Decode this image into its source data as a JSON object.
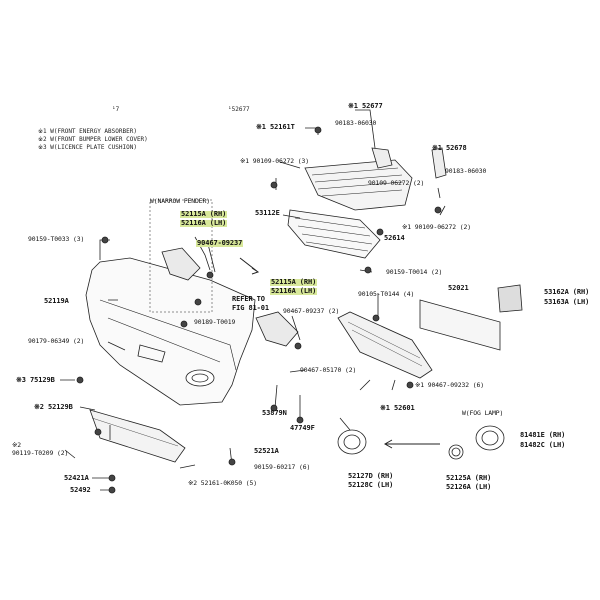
{
  "notes": {
    "header_ref": "¹52677",
    "header_left": "¹7",
    "n1": "※1 W(FRONT ENERGY ABSORBER)",
    "n2": "※2 W(FRONT BUMPER LOWER COVER)",
    "n3": "※3 W(LICENCE PLATE CUSHION)"
  },
  "group_labels": {
    "narrow_fender": "W(NARROW FENDER)",
    "fog_lamp": "W(FOG LAMP)",
    "refer_to": "REFER TO",
    "fig": "FIG 81-01"
  },
  "parts": {
    "p52677a": "※1 52677",
    "p52161t": "※1 52161T",
    "p90183a": "90183-06030",
    "p90109a": "※1 90109-06272 (3)",
    "p52678": "※1 52678",
    "p90183b": "90183-06030",
    "p90109b": "90109-06272 (2)",
    "p53112e": "53112E",
    "p90109c": "※1 90109-06272 (2)",
    "p52614": "52614",
    "p52115a_rh": "52115A (RH)",
    "p52116a_lh": "52116A (LH)",
    "p90467a": "90467-09237",
    "p90159a": "90159-T0033 (3)",
    "p90159b": "90159-T0014 (2)",
    "p52119a": "52119A",
    "p52115a_rh2": "52115A (RH)",
    "p52116a_lh2": "52116A (LH)",
    "p90467b": "90467-09237 (2)",
    "p90105": "90105-T0144 (4)",
    "p52021": "52021",
    "p53162a": "53162A (RH)",
    "p53163a": "53163A (LH)",
    "p90189": "90189-T0019",
    "p90179": "90179-06349 (2)",
    "p90467c": "90467-05170 (2)",
    "p90467d": "※1 90467-09232 (6)",
    "p75129b": "※3 75129B",
    "p53879n": "53879N",
    "p47749f": "47749F",
    "p52601": "※1 52601",
    "p52129b": "※2 52129B",
    "p90119": "90119-T0209 (2)",
    "p90119_mark": "※2",
    "p52521a": "52521A",
    "p90159c": "90159-60217 (6)",
    "p52421a": "52421A",
    "p52161": "※2 52161-0K050 (5)",
    "p52492": "52492",
    "p52127d": "52127D (RH)",
    "p52128c": "52128C (LH)",
    "p81481e": "81481E (RH)",
    "p81482c": "81482C (LH)",
    "p52125a": "52125A (RH)",
    "p52126a": "52126A (LH)"
  },
  "colors": {
    "highlight": "#c8dc6e",
    "line": "#222222"
  }
}
